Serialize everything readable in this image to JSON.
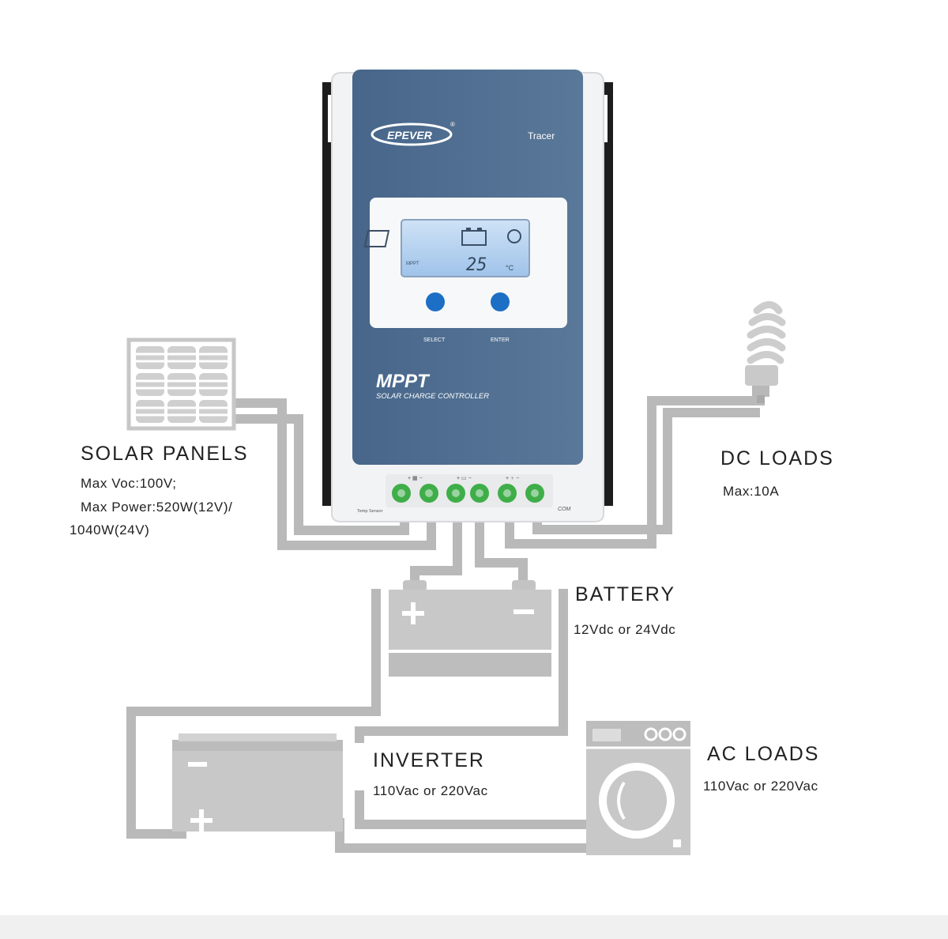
{
  "controller": {
    "brand": "EPEVER",
    "brand_mark": "®",
    "model": "Tracer",
    "product": "MPPT",
    "product_sub": "SOLAR CHARGE CONTROLLER",
    "lcd_temp": "25",
    "lcd_unit": "°C",
    "lcd_mode": "MPPT",
    "button_select": "SELECT",
    "button_enter": "ENTER",
    "port_temp": "Temp Sensor",
    "port_com": "COM"
  },
  "solar": {
    "title": "SOLAR  PANELS",
    "line1": "Max  Voc:100V;",
    "line2": "Max  Power:520W(12V)/",
    "line3": "1040W(24V)"
  },
  "dc_loads": {
    "title": "DC  LOADS",
    "line1": "Max:10A"
  },
  "battery": {
    "title": "BATTERY",
    "line1": "12Vdc  or  24Vdc",
    "plus": "+",
    "minus": "−"
  },
  "inverter": {
    "title": "INVERTER",
    "line1": "110Vac  or  220Vac",
    "plus": "+",
    "minus": "−"
  },
  "ac_loads": {
    "title": "AC  LOADS",
    "line1": "110Vac  or  220Vac"
  },
  "colors": {
    "panel_blue": "#4d6b8d",
    "housing": "#f2f3f4",
    "wire": "#b9b9b9",
    "device_gray": "#c8c8c8",
    "button_blue": "#1c6fc4",
    "terminal_green": "#3fae49"
  }
}
